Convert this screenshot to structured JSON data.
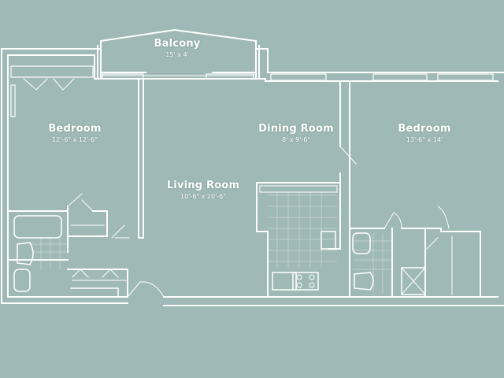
{
  "rooms": {
    "balcony": {
      "name": "Balcony",
      "dims": "15' x 4'"
    },
    "bedroom1": {
      "name": "Bedroom",
      "dims": "12'-6\" x 12'-6\""
    },
    "living": {
      "name": "Living Room",
      "dims": "10'-6\" x 20'-6\""
    },
    "dining": {
      "name": "Dining Room",
      "dims": "8' x 9'-6\""
    },
    "bedroom2": {
      "name": "Bedroom",
      "dims": "13'-6\" x 14'"
    }
  },
  "colors": {
    "background": "#9fb9b6",
    "walls": "#ffffff"
  }
}
